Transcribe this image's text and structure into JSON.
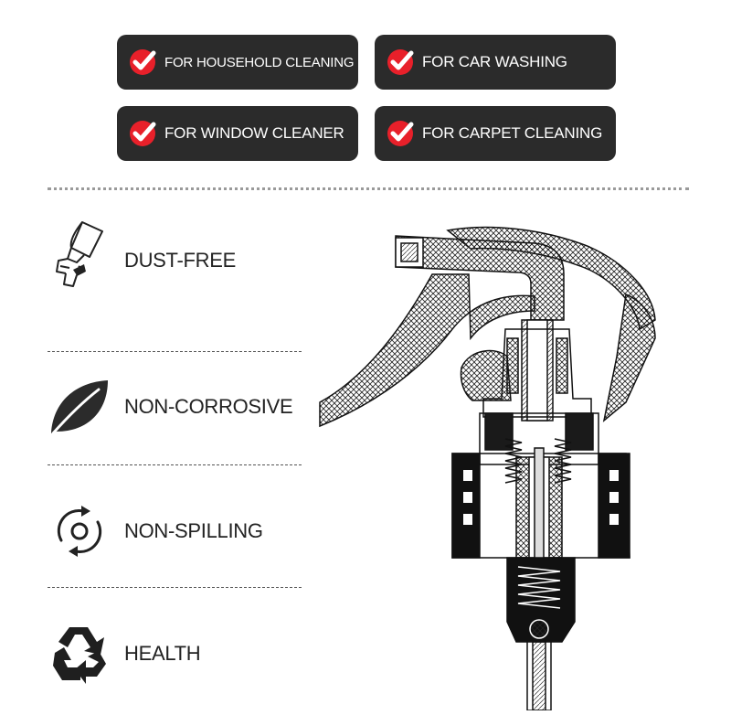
{
  "badges": [
    {
      "label": "FOR HOUSEHOLD CLEANING",
      "icon": "checkmark-icon"
    },
    {
      "label": "FOR CAR WASHING",
      "icon": "checkmark-icon"
    },
    {
      "label": "FOR WINDOW CLEANER",
      "icon": "checkmark-icon"
    },
    {
      "label": "FOR CARPET CLEANING",
      "icon": "checkmark-icon"
    }
  ],
  "features": [
    {
      "label": "DUST-FREE",
      "icon": "spray-nozzle-icon"
    },
    {
      "label": "NON-CORROSIVE",
      "icon": "leaf-icon"
    },
    {
      "label": "NON-SPILLING",
      "icon": "circular-arrows-icon"
    },
    {
      "label": "HEALTH",
      "icon": "recycle-icon"
    }
  ],
  "colors": {
    "badge_bg": "#2b2b2b",
    "check_red": "#e8202a",
    "text_dark": "#222222"
  },
  "diagram": {
    "icon": "trigger-sprayer-cross-section"
  }
}
